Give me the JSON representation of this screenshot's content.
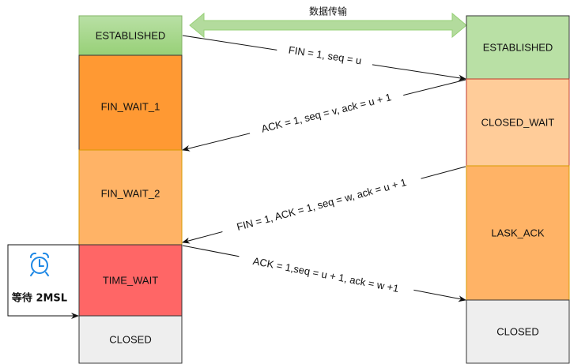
{
  "title": "TCP four-way handshake (connection termination)",
  "data_transfer": {
    "label": "数据传输",
    "color": "#97d077"
  },
  "client": {
    "states": [
      {
        "label": "ESTABLISHED",
        "fill": "#a9d78c",
        "stroke": "#82b366"
      },
      {
        "label": "FIN_WAIT_1",
        "fill": "#ff9933",
        "stroke": "#333333"
      },
      {
        "label": "FIN_WAIT_2",
        "fill": "#ffb366",
        "stroke": "#d79b00"
      },
      {
        "label": "TIME_WAIT",
        "fill": "#ff6666",
        "stroke": "#333333"
      },
      {
        "label": "CLOSED",
        "fill": "#eeeeee",
        "stroke": "#333333"
      }
    ]
  },
  "server": {
    "states": [
      {
        "label": "ESTABLISHED",
        "fill": "#b9e0a5",
        "stroke": "#333333"
      },
      {
        "label": "CLOSED_WAIT",
        "fill": "#ffcc99",
        "stroke": "#c0392b"
      },
      {
        "label": "LASK_ACK",
        "fill": "#ffb366",
        "stroke": "#d79b00"
      },
      {
        "label": "CLOSED",
        "fill": "#eeeeee",
        "stroke": "#333333"
      }
    ]
  },
  "messages": [
    {
      "label": "FIN = 1, seq = u",
      "direction": "client-to-server"
    },
    {
      "label": "ACK = 1, seq = v, ack = u + 1",
      "direction": "server-to-client"
    },
    {
      "label": "FIN = 1, ACK = 1, seq = w, ack = u + 1",
      "direction": "server-to-client"
    },
    {
      "label": "ACK = 1,seq = u + 1, ack = w +1",
      "direction": "client-to-server"
    }
  ],
  "timer": {
    "label": "等待 2MSL",
    "icon": "alarm-clock-icon",
    "icon_color": "#1e88e5"
  }
}
